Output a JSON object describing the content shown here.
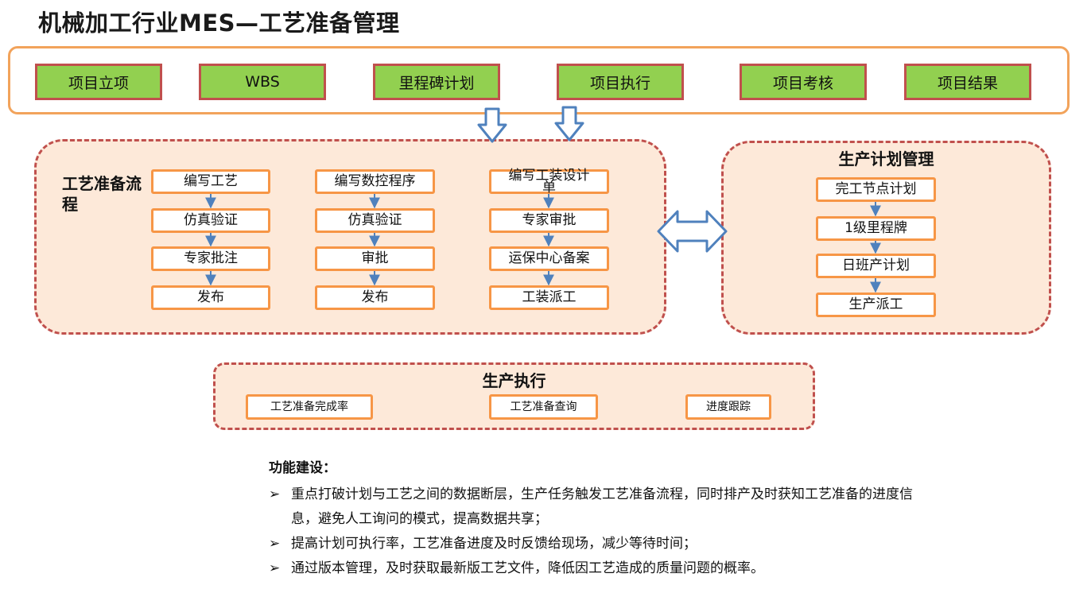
{
  "title": "机械加工行业MES—工艺准备管理",
  "colors": {
    "phase_fill": "#92d050",
    "phase_border": "#c0504d",
    "zone_fill": "#fde9d9",
    "zone_border": "#c0504d",
    "step_border": "#f79646",
    "arrow": "#4f81bd",
    "bar_border": "#f2a35b"
  },
  "phases": [
    "项目立项",
    "WBS",
    "里程碑计划",
    "项目执行",
    "项目考核",
    "项目结果"
  ],
  "process_prep": {
    "label": "工艺准备流程",
    "flows": [
      [
        "编写工艺",
        "仿真验证",
        "专家批注",
        "发布"
      ],
      [
        "编写数控程序",
        "仿真验证",
        "审批",
        "发布"
      ],
      [
        "编写工装设计单",
        "专家审批",
        "运保中心备案",
        "工装派工"
      ]
    ]
  },
  "production_plan": {
    "label": "生产计划管理",
    "steps": [
      "完工节点计划",
      "1级里程牌",
      "日班产计划",
      "生产派工"
    ]
  },
  "production_exec": {
    "label": "生产执行",
    "items": [
      "工艺准备完成率",
      "工艺准备查询",
      "进度跟踪"
    ]
  },
  "notes": {
    "title": "功能建设：",
    "marker": "➢",
    "items": [
      "重点打破计划与工艺之间的数据断层，生产任务触发工艺准备流程，同时排产及时获知工艺准备的进度信息，避免人工询问的模式，提高数据共享；",
      "提高计划可执行率，工艺准备进度及时反馈给现场，减少等待时间；",
      "通过版本管理，及时获取最新版工艺文件，降低因工艺造成的质量问题的概率。"
    ]
  }
}
